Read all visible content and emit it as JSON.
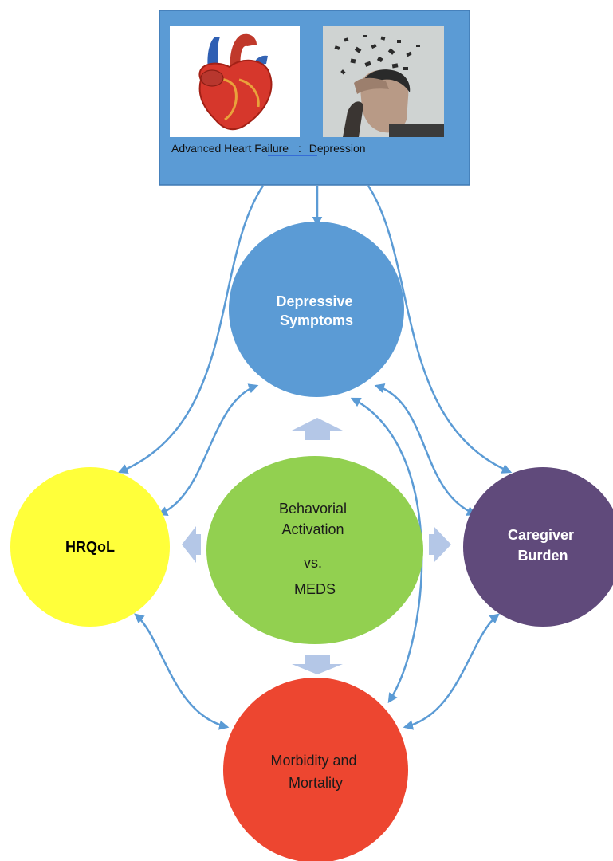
{
  "header": {
    "caption_heart": "Advanced Heart Failure",
    "caption_sep": ":",
    "caption_depression": "Depression",
    "image_heart": "heart-anatomy-illustration",
    "image_depression": "distressed-person-photo"
  },
  "nodes": {
    "depressive": {
      "line1": "Depressive",
      "line2": "Symptoms",
      "color": "#5b9bd5"
    },
    "hrqol": {
      "label": "HRQoL",
      "color": "#ffff3a"
    },
    "center": {
      "line1": "Behavorial",
      "line2": "Activation",
      "line3": "vs.",
      "line4": "MEDS",
      "color": "#92d050"
    },
    "caregiver": {
      "line1": "Caregiver",
      "line2": "Burden",
      "color": "#604a7b"
    },
    "morbidity": {
      "line1": "Morbidity and",
      "line2": "Mortality",
      "color": "#ed4630"
    }
  },
  "colors": {
    "header_bg": "#5b9bd5",
    "arrow": "#5b9bd5",
    "block_arrow": "#b4c7e7"
  }
}
